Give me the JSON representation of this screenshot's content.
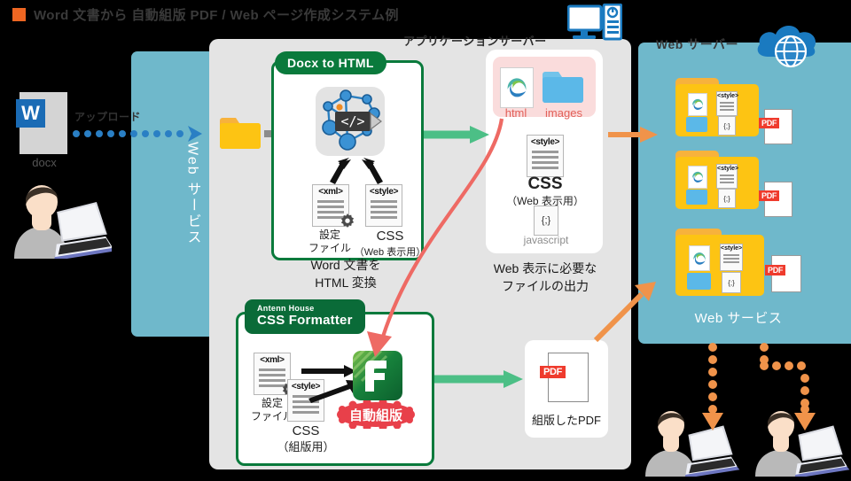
{
  "title": {
    "text": "Word 文書から 自動組版 PDF / Web ページ作成システム例",
    "bullet_color": "#ee6622"
  },
  "colors": {
    "teal_band": "#6fb8cb",
    "app_panel": "#e4e4e4",
    "green_card_border": "#0a7a3c",
    "green_arrow": "#4cbf86",
    "orange_arrow": "#f0934a",
    "red_arrow": "#ee6a64",
    "blue_dotted_arrow": "#2a7fc4",
    "folder_yellow": "#fdc413",
    "pdf_red": "#ef3b2d"
  },
  "left_zone": {
    "docx_icon_letter": "W",
    "docx_label": "docx",
    "upload_label": "アップロード",
    "band_label": "Web サービス",
    "user_icon": "person-with-laptop-icon"
  },
  "app_server": {
    "label": "アプリケーションサーバー",
    "icon": "server-computer-icon",
    "input_folder_icon": "folder-icon",
    "docx_to_html": {
      "tag": "Docx to HTML",
      "icon": "code-network-icon",
      "files": [
        {
          "tag": "<xml>",
          "caption": "設定\nファイル",
          "caption_line1": "設定",
          "caption_line2": "ファイル",
          "icon": "xml-config-file-icon"
        },
        {
          "tag": "<style>",
          "caption_line1": "CSS",
          "caption_line2": "（Web 表示用）",
          "icon": "css-style-file-icon"
        }
      ],
      "caption_line1": "Word 文書を",
      "caption_line2": "HTML 変換"
    },
    "css_formatter": {
      "tag_small": "Antenn House",
      "tag_large": "CSS Formatter",
      "files": [
        {
          "tag": "<xml>",
          "caption_line1": "設定",
          "caption_line2": "ファイル",
          "icon": "xml-config-file-icon"
        },
        {
          "tag": "<style>",
          "caption_line1": "CSS",
          "caption_line2": "（組版用）",
          "icon": "css-style-file-icon"
        }
      ],
      "logo": "formatter-f-logo",
      "badge": "自動組版"
    },
    "output": {
      "html_label": "html",
      "html_icon": "edge-browser-icon",
      "images_label": "images",
      "images_icon": "blue-folder-icon",
      "css_tag": "<style>",
      "css_label": "CSS",
      "css_sub": "（Web 表示用）",
      "js_glyph": "{;}",
      "js_label": "javascript",
      "caption_line1": "Web 表示に必要な",
      "caption_line2": "ファイルの出力"
    },
    "pdf_output": {
      "chip": "PDF",
      "caption": "組版したPDF"
    }
  },
  "web_server": {
    "label": "Web サーバー",
    "icon": "cloud-globe-icon",
    "service_label": "Web サービス",
    "folders": [
      {
        "name": "web-output-folder-1",
        "items": [
          "edge-browser-icon",
          "css-style-file-icon",
          "blue-folder-icon",
          "javascript-file-icon"
        ],
        "pdf_chip": "PDF"
      },
      {
        "name": "web-output-folder-2",
        "items": [
          "edge-browser-icon",
          "css-style-file-icon",
          "blue-folder-icon",
          "javascript-file-icon"
        ],
        "pdf_chip": "PDF"
      },
      {
        "name": "web-output-folder-3",
        "items": [
          "edge-browser-icon",
          "css-style-file-icon",
          "blue-folder-icon",
          "javascript-file-icon"
        ],
        "pdf_chip": "PDF"
      }
    ],
    "end_users": [
      {
        "name": "end-user-1",
        "icon": "person-with-laptop-icon"
      },
      {
        "name": "end-user-2",
        "icon": "person-with-laptop-icon"
      }
    ]
  }
}
